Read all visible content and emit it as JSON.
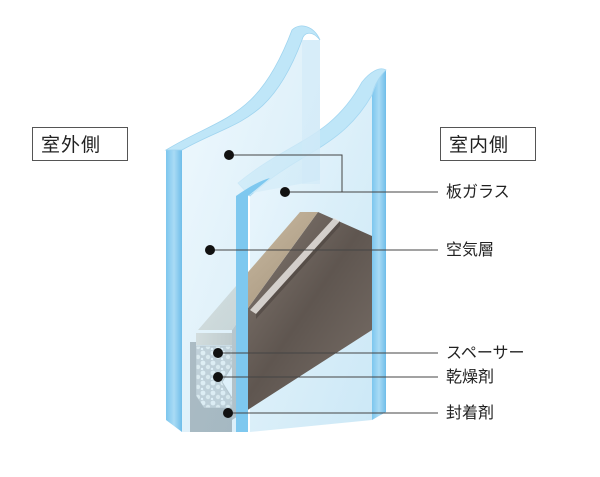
{
  "labels": {
    "outside": "室外側",
    "inside": "室内側"
  },
  "callouts": [
    {
      "id": "glass",
      "text": "板ガラス"
    },
    {
      "id": "air",
      "text": "空気層"
    },
    {
      "id": "spacer",
      "text": "スペーサー"
    },
    {
      "id": "desiccant",
      "text": "乾燥剤"
    },
    {
      "id": "sealant",
      "text": "封着剤"
    }
  ],
  "colors": {
    "glass_edge": "#8fd0f0",
    "glass_face": "#d8eef9",
    "spacer_top": "#b9a98f",
    "spacer_front": "#6a5e55",
    "sealant": "#3a3a3a",
    "leader_line": "#444444"
  }
}
